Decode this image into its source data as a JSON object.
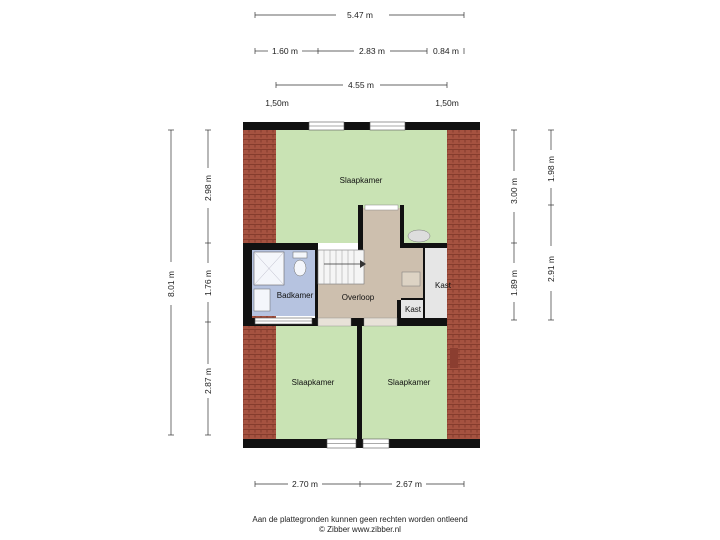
{
  "dimensions": {
    "top_total": "5.47 m",
    "top_a": "1.60 m",
    "top_b": "2.83 m",
    "top_c": "0.84 m",
    "top_inner": "4.55 m",
    "roof_left": "1,50m",
    "roof_right": "1,50m",
    "left_total": "8.01 m",
    "left_a": "2.98 m",
    "left_b": "1.76 m",
    "left_c": "2.87 m",
    "right_a": "3.00 m",
    "right_b": "1.89 m",
    "right_far_a": "1.98 m",
    "right_far_b": "2.91 m",
    "bottom_a": "2.70 m",
    "bottom_b": "2.67 m"
  },
  "rooms": {
    "bedroom_top": "Slaapkamer",
    "bathroom": "Badkamer",
    "landing": "Overloop",
    "closet_right": "Kast",
    "closet_small": "Kast",
    "bedroom_bottom_left": "Slaapkamer",
    "bedroom_bottom_right": "Slaapkamer"
  },
  "colors": {
    "bedroom": "#c9e3b4",
    "bathroom": "#b6c3e0",
    "landing": "#cdbfae",
    "closet": "#e6e6e6",
    "roof": "#9c4a3a",
    "wall": "#111111"
  },
  "footer": {
    "line1": "Aan de plattegronden kunnen geen rechten worden ontleend",
    "line2": "© Zibber www.zibber.nl"
  }
}
